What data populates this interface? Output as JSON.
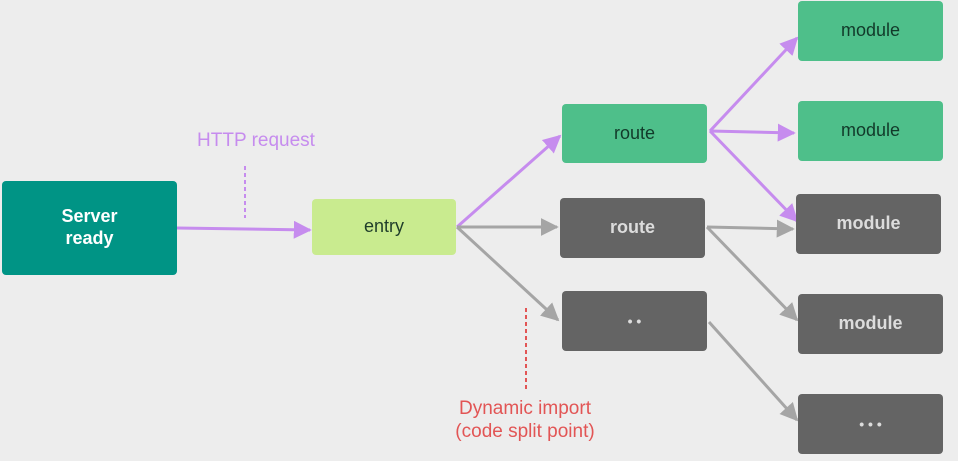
{
  "colors": {
    "background": "#ededed",
    "server": "#009485",
    "entry": "#c9eb8f",
    "route_loaded": "#4ebf8a",
    "module_loaded": "#4ebf8a",
    "pending": "#646464",
    "purple_arrow": "#c68cee",
    "gray_arrow": "#a5a5a5",
    "red_label": "#e25555"
  },
  "nodes": {
    "server": {
      "label": "Server\nready"
    },
    "entry": {
      "label": "entry"
    },
    "route_top": {
      "label": "route"
    },
    "route_mid": {
      "label": "route"
    },
    "route_more": {
      "label": "• •"
    },
    "module_1": {
      "label": "module"
    },
    "module_2": {
      "label": "module"
    },
    "module_3": {
      "label": "module"
    },
    "module_4": {
      "label": "module"
    },
    "module_more": {
      "label": "• • •"
    }
  },
  "annotations": {
    "http_request": "HTTP request",
    "dynamic_import_line1": "Dynamic import",
    "dynamic_import_line2": "(code split point)"
  }
}
